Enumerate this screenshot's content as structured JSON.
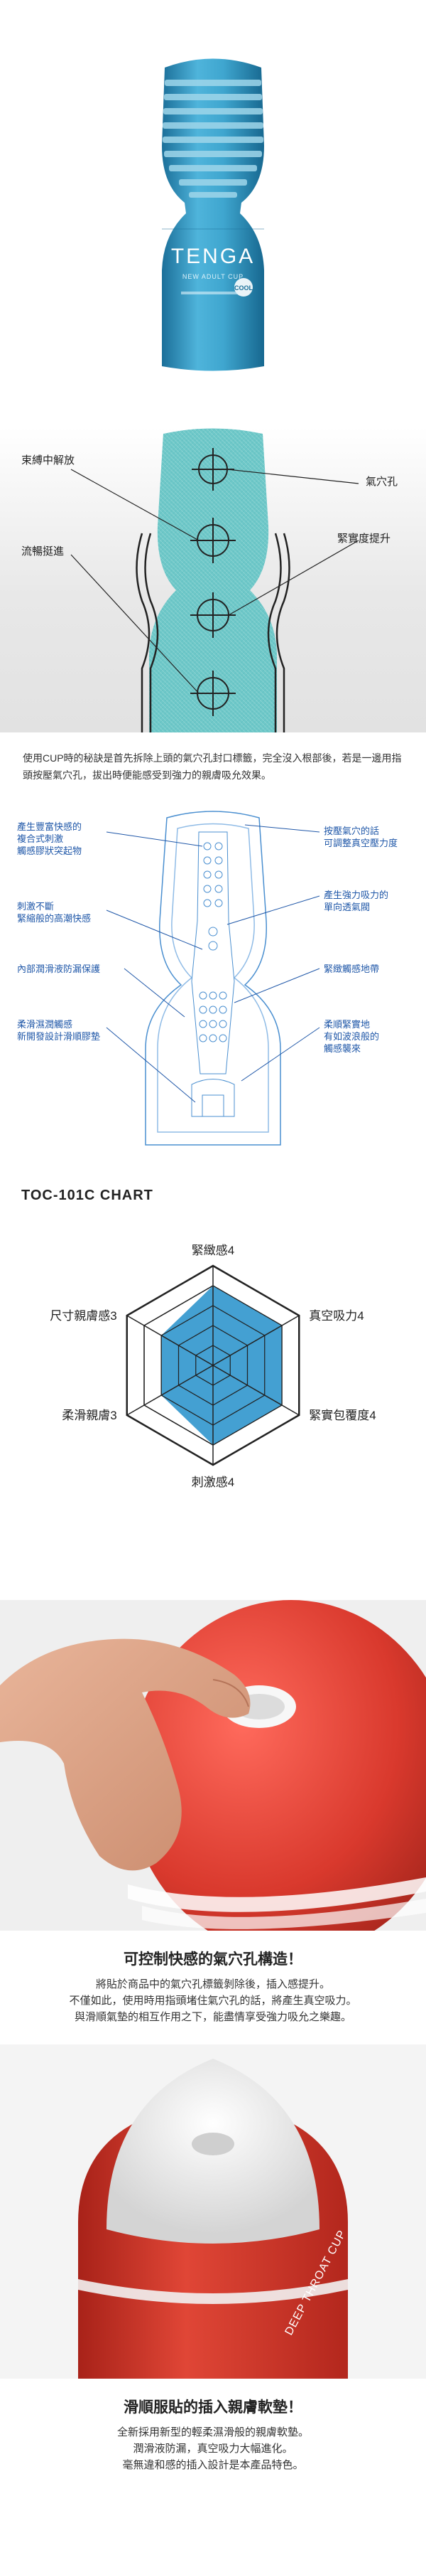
{
  "product": {
    "brand": "TENGA",
    "subtitle": "NEW ADULT CUP",
    "badge": "COOL",
    "colors": {
      "accent": "#3fa6cf",
      "accent_dark": "#1b6f99",
      "stripe": "#8fd0e8",
      "red": "#d9392d"
    }
  },
  "xray": {
    "labels": {
      "release": "束縛中解放",
      "air_hole": "氣穴孔",
      "tightness": "緊實度提升",
      "smooth": "流暢挺進"
    },
    "description": "使用CUP時的秘訣是首先拆除上頭的氣穴孔封口標籤，完全沒入根部後，若是一邊用指頭按壓氣穴孔，拔出時便能感受到強力的親膚吸允效果。"
  },
  "cross_section": {
    "left": [
      [
        "產生豐富快感的",
        "複合式刺激",
        "觸感膠狀突起物"
      ],
      [
        "刺激不斷",
        "緊縮般的高潮快感"
      ],
      [
        "內部潤滑液防漏保護"
      ],
      [
        "柔滑濕潤觸感",
        "新開發設計滑順膠墊"
      ]
    ],
    "right": [
      [
        "按壓氣穴的話",
        "可調整真空壓力度"
      ],
      [
        "產生強力吸力的",
        "單向透氣閥"
      ],
      [
        "緊緻觸感地帶"
      ],
      [
        "柔順緊實地",
        "有如波浪般的",
        "觸感襲來"
      ]
    ]
  },
  "chart_data": {
    "type": "radar",
    "title": "TOC-101C CHART",
    "categories": [
      "緊緻感",
      "真空吸力",
      "緊實包覆度",
      "刺激感",
      "柔滑親膚",
      "尺寸親膚感"
    ],
    "labels": [
      "緊緻感4",
      "真空吸力4",
      "緊實包覆度4",
      "刺激感4",
      "柔滑親膚3",
      "尺寸親膚感3"
    ],
    "values": [
      4,
      4,
      4,
      4,
      3,
      3
    ],
    "range": [
      0,
      5
    ],
    "grid_levels": 5,
    "fill_color": "#3a9bd0"
  },
  "feature1": {
    "title": "可控制快感的氣穴孔構造！",
    "lines": [
      "將貼於商品中的氣穴孔標籤剝除後，插入感提升。",
      "不僅如此，使用時用指頭堵住氣穴孔的話，將產生真空吸力。",
      "與滑順氣墊的相互作用之下，能盡情享受強力吸允之樂趣。"
    ]
  },
  "feature2": {
    "sleeve_text": "DEEP THROAT CUP",
    "title": "滑順服貼的插入親膚軟墊！",
    "lines": [
      "全新採用新型的輕柔濕滑般的親膚軟墊。",
      "潤滑液防漏，真空吸力大幅進化。",
      "毫無違和感的插入設計是本產品特色。"
    ]
  }
}
